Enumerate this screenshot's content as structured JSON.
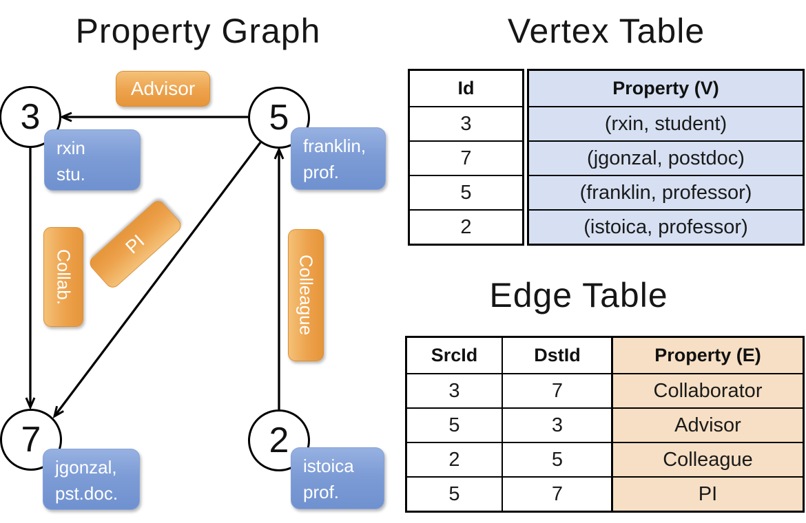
{
  "titles": {
    "graph": "Property Graph",
    "vertex_table": "Vertex Table",
    "edge_table": "Edge Table"
  },
  "graph": {
    "nodes": [
      {
        "id": "3",
        "label_line1": "rxin",
        "label_line2": "stu."
      },
      {
        "id": "5",
        "label_line1": "franklin,",
        "label_line2": "prof."
      },
      {
        "id": "7",
        "label_line1": "jgonzal,",
        "label_line2": "pst.doc."
      },
      {
        "id": "2",
        "label_line1": "istoica",
        "label_line2": "prof."
      }
    ],
    "edge_labels": {
      "advisor": "Advisor",
      "collab": "Collab.",
      "pi": "PI",
      "colleague": "Colleague"
    }
  },
  "vertex_table": {
    "col_id": "Id",
    "col_property": "Property (V)",
    "rows": [
      {
        "id": "3",
        "property": "(rxin, student)"
      },
      {
        "id": "7",
        "property": "(jgonzal, postdoc)"
      },
      {
        "id": "5",
        "property": "(franklin, professor)"
      },
      {
        "id": "2",
        "property": "(istoica, professor)"
      }
    ]
  },
  "edge_table": {
    "col_src": "SrcId",
    "col_dst": "DstId",
    "col_property": "Property (E)",
    "rows": [
      {
        "src": "3",
        "dst": "7",
        "property": "Collaborator"
      },
      {
        "src": "5",
        "dst": "3",
        "property": "Advisor"
      },
      {
        "src": "2",
        "dst": "5",
        "property": "Colleague"
      },
      {
        "src": "5",
        "dst": "7",
        "property": "PI"
      }
    ]
  },
  "colors": {
    "node_label_blue": "#7d9cd6",
    "edge_label_orange": "#eda24c",
    "vertex_property_bg": "#d6e0f2",
    "edge_property_bg": "#f6dfc4",
    "line_black": "#000000"
  }
}
